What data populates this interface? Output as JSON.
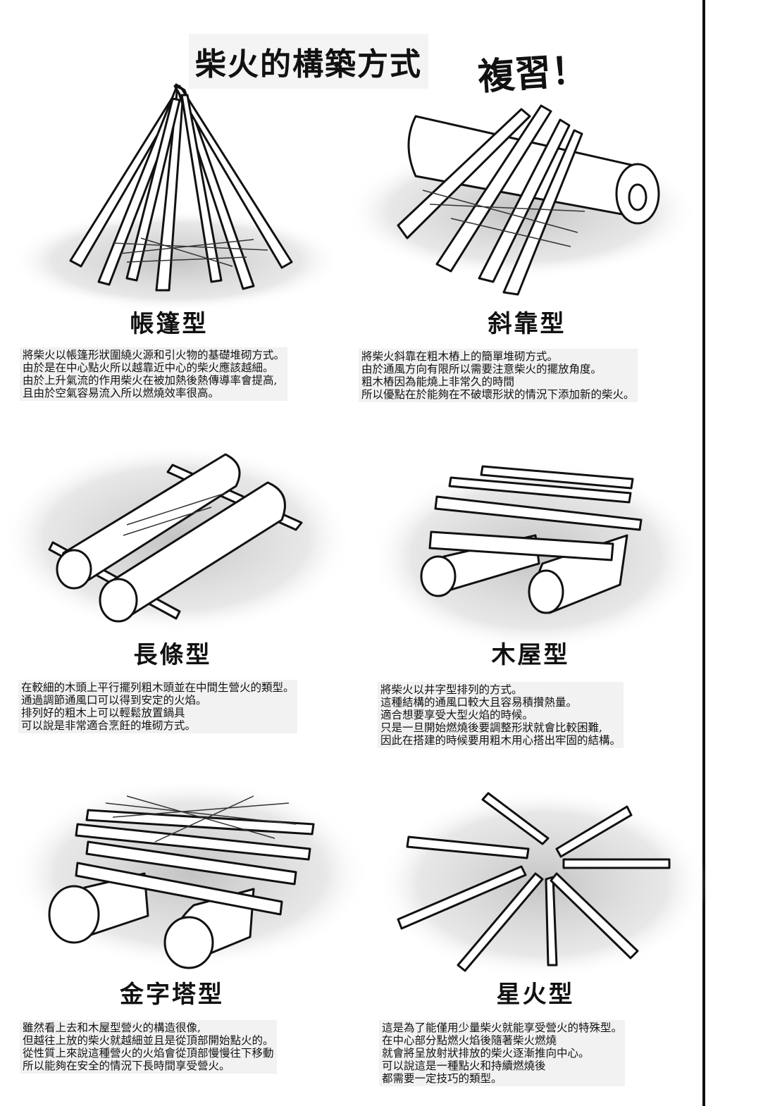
{
  "title": "柴火的構築方式",
  "review": "複習！",
  "types": [
    {
      "name": "帳篷型",
      "lines": [
        "將柴火以帳篷形狀圍繞火源和引火物的基礎堆砌方式。",
        "由於是在中心點火所以越靠近中心的柴火應該越細。",
        "由於上升氣流的作用柴火在被加熱後熱傳導率會提高,",
        "且由於空氣容易流入所以燃燒效率很高。"
      ]
    },
    {
      "name": "斜靠型",
      "lines": [
        "將柴火斜靠在粗木樁上的簡單堆砌方式。",
        "由於通風方向有限所以需要注意柴火的擺放角度。",
        "粗木樁因為能燒上非常久的時間",
        "所以優點在於能夠在不破壞形狀的情況下添加新的柴火。"
      ]
    },
    {
      "name": "長條型",
      "lines": [
        "在較細的木頭上平行擺列粗木頭並在中間生營火的類型。",
        "通過調節通風口可以得到安定的火焰。",
        "排列好的粗木上可以輕鬆放置鍋具",
        "可以說是非常適合烹飪的堆砌方式。"
      ]
    },
    {
      "name": "木屋型",
      "lines": [
        "將柴火以井字型排列的方式。",
        "這種結構的通風口較大且容易積攢熱量。",
        "適合想要享受大型火焰的時候。",
        "只是一旦開始燃燒後要調整形狀就會比較困難,",
        "因此在搭建的時候要用粗木用心搭出牢固的結構。"
      ]
    },
    {
      "name": "金字塔型",
      "lines": [
        "雖然看上去和木屋型營火的構造很像,",
        "但越往上放的柴火就越細並且是從頂部開始點火的。",
        "從性質上來說這種營火的火焰會從頂部慢慢往下移動",
        "所以能夠在安全的情況下長時間享受營火。"
      ]
    },
    {
      "name": "星火型",
      "lines": [
        "這是為了能僅用少量柴火就能享受營火的特殊型。",
        "在中心部分點燃火焰後隨著柴火燃燒",
        "就會將呈放射狀排放的柴火逐漸推向中心。",
        "可以說這是一種點火和持續燃燒後",
        "都需要一定技巧的類型。"
      ]
    }
  ]
}
